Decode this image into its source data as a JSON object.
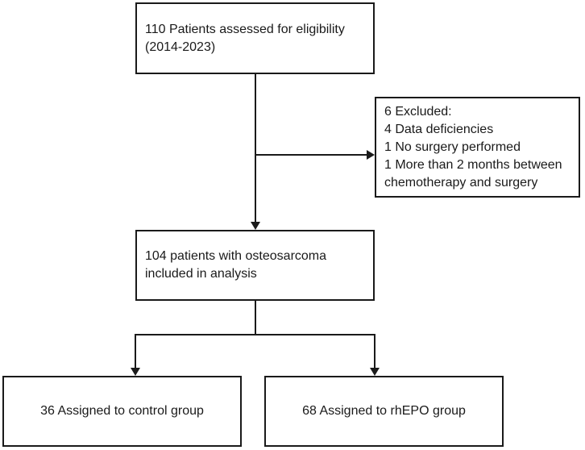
{
  "diagram": {
    "type": "flowchart",
    "description": "Patient enrollment and group assignment flow diagram",
    "colors": {
      "background": "#ffffff",
      "box_border": "#1a1a1a",
      "box_fill": "#ffffff",
      "text": "#1a1a1a",
      "connector": "#1a1a1a"
    },
    "boxes": {
      "eligibility": {
        "n": 110,
        "lines": [
          "110 Patients assessed for eligibility",
          "(2014-2023)"
        ]
      },
      "excluded": {
        "n": 6,
        "lines": [
          "6 Excluded:",
          "4 Data deficiencies",
          "1 No surgery performed",
          "1 More than 2 months between",
          "chemotherapy and surgery"
        ]
      },
      "analysis": {
        "n": 104,
        "lines": [
          "104 patients with osteosarcoma",
          "included in analysis"
        ]
      },
      "control": {
        "n": 36,
        "lines": [
          "36 Assigned to control group"
        ]
      },
      "rhepo": {
        "n": 68,
        "lines": [
          "68 Assigned to rhEPO group"
        ]
      }
    },
    "edges": [
      {
        "from": "eligibility",
        "to": "analysis",
        "arrow": true
      },
      {
        "from": "eligibility",
        "to": "excluded",
        "arrow": true
      },
      {
        "from": "analysis",
        "to": "control",
        "arrow": true
      },
      {
        "from": "analysis",
        "to": "rhepo",
        "arrow": true
      }
    ]
  }
}
